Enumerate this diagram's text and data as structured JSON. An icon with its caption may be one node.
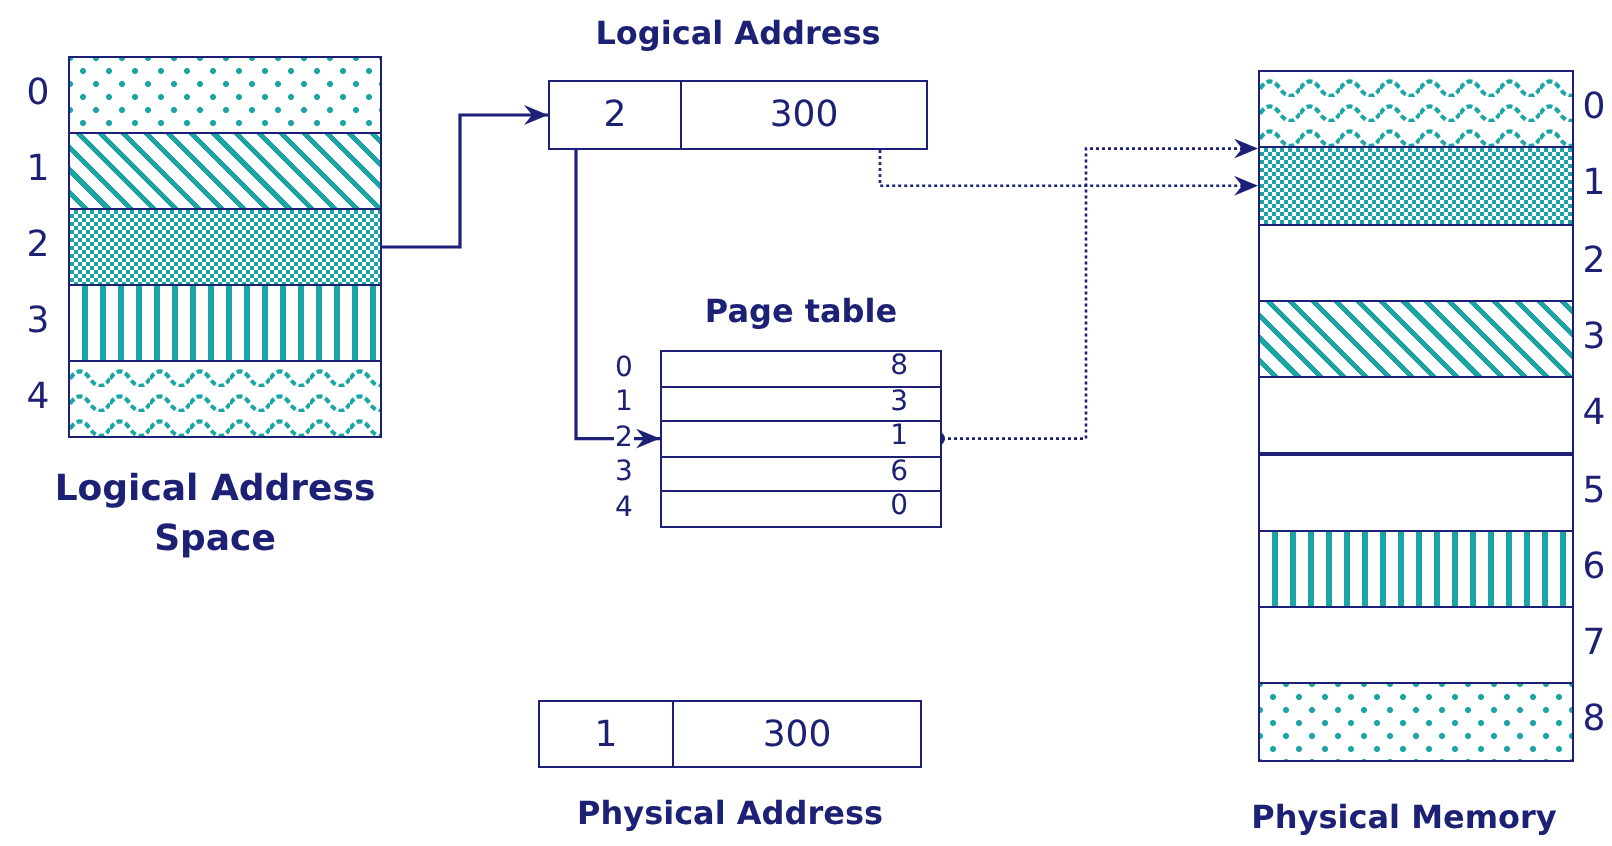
{
  "diagram": {
    "nodes": [
      {
        "text": [
          "Logical Address Space"
        ]
      },
      {
        "text": [],
        "shape": "box",
        "in": 0,
        "beside": [
          "0"
        ]
      },
      {
        "text": [],
        "shape": "box",
        "in": 0,
        "beside": [
          "1"
        ]
      },
      {
        "text": [],
        "shape": "box",
        "in": 0,
        "beside": [
          "2"
        ]
      },
      {
        "text": [],
        "shape": "box",
        "in": 0,
        "beside": [
          "3"
        ]
      },
      {
        "text": [],
        "shape": "box",
        "in": 0,
        "beside": [
          "4"
        ]
      },
      {
        "text": [
          "Logical Address"
        ]
      },
      {
        "text": [
          "2"
        ],
        "in": 6
      },
      {
        "text": [
          "300"
        ],
        "in": 6
      },
      {
        "text": [
          "Page table"
        ]
      },
      {
        "text": [
          "8"
        ],
        "in": 9,
        "beside": [
          "0"
        ]
      },
      {
        "text": [
          "3"
        ],
        "in": 9,
        "beside": [
          "1"
        ]
      },
      {
        "text": [
          "1"
        ],
        "in": 9,
        "beside": [
          "2"
        ]
      },
      {
        "text": [
          "6"
        ],
        "in": 9,
        "beside": [
          "3"
        ]
      },
      {
        "text": [
          "0"
        ],
        "in": 9,
        "beside": [
          "4"
        ]
      },
      {
        "text": [
          "Physical Memory"
        ]
      },
      {
        "text": [],
        "shape": "box",
        "in": 15,
        "beside": [
          "0"
        ]
      },
      {
        "text": [],
        "shape": "box",
        "in": 15,
        "beside": [
          "1"
        ]
      },
      {
        "text": [],
        "shape": "box",
        "in": 15,
        "beside": [
          "2"
        ]
      },
      {
        "text": [],
        "shape": "box",
        "in": 15,
        "beside": [
          "3"
        ]
      },
      {
        "text": [],
        "shape": "box",
        "in": 15,
        "beside": [
          "4"
        ]
      },
      {
        "text": [],
        "shape": "box",
        "in": 15,
        "beside": [
          "5"
        ]
      },
      {
        "text": [],
        "shape": "box",
        "in": 15,
        "beside": [
          "6"
        ]
      },
      {
        "text": [],
        "shape": "box",
        "in": 15,
        "beside": [
          "7"
        ]
      },
      {
        "text": [],
        "shape": "box",
        "in": 15,
        "beside": [
          "8"
        ]
      },
      {
        "text": [
          "Physical Address"
        ]
      },
      {
        "text": [
          "1"
        ],
        "in": 25
      },
      {
        "text": [
          "300"
        ],
        "in": 25
      }
    ],
    "edges": [
      {
        "from": 3,
        "to": 7,
        "arrow": "to"
      },
      {
        "from": 7,
        "to": 12,
        "arrow": "to"
      },
      {
        "from": 8,
        "to": 17,
        "arrow": "to",
        "style": "dashed"
      },
      {
        "from": 12,
        "to": 17,
        "arrow": "to",
        "style": "dashed"
      }
    ]
  }
}
